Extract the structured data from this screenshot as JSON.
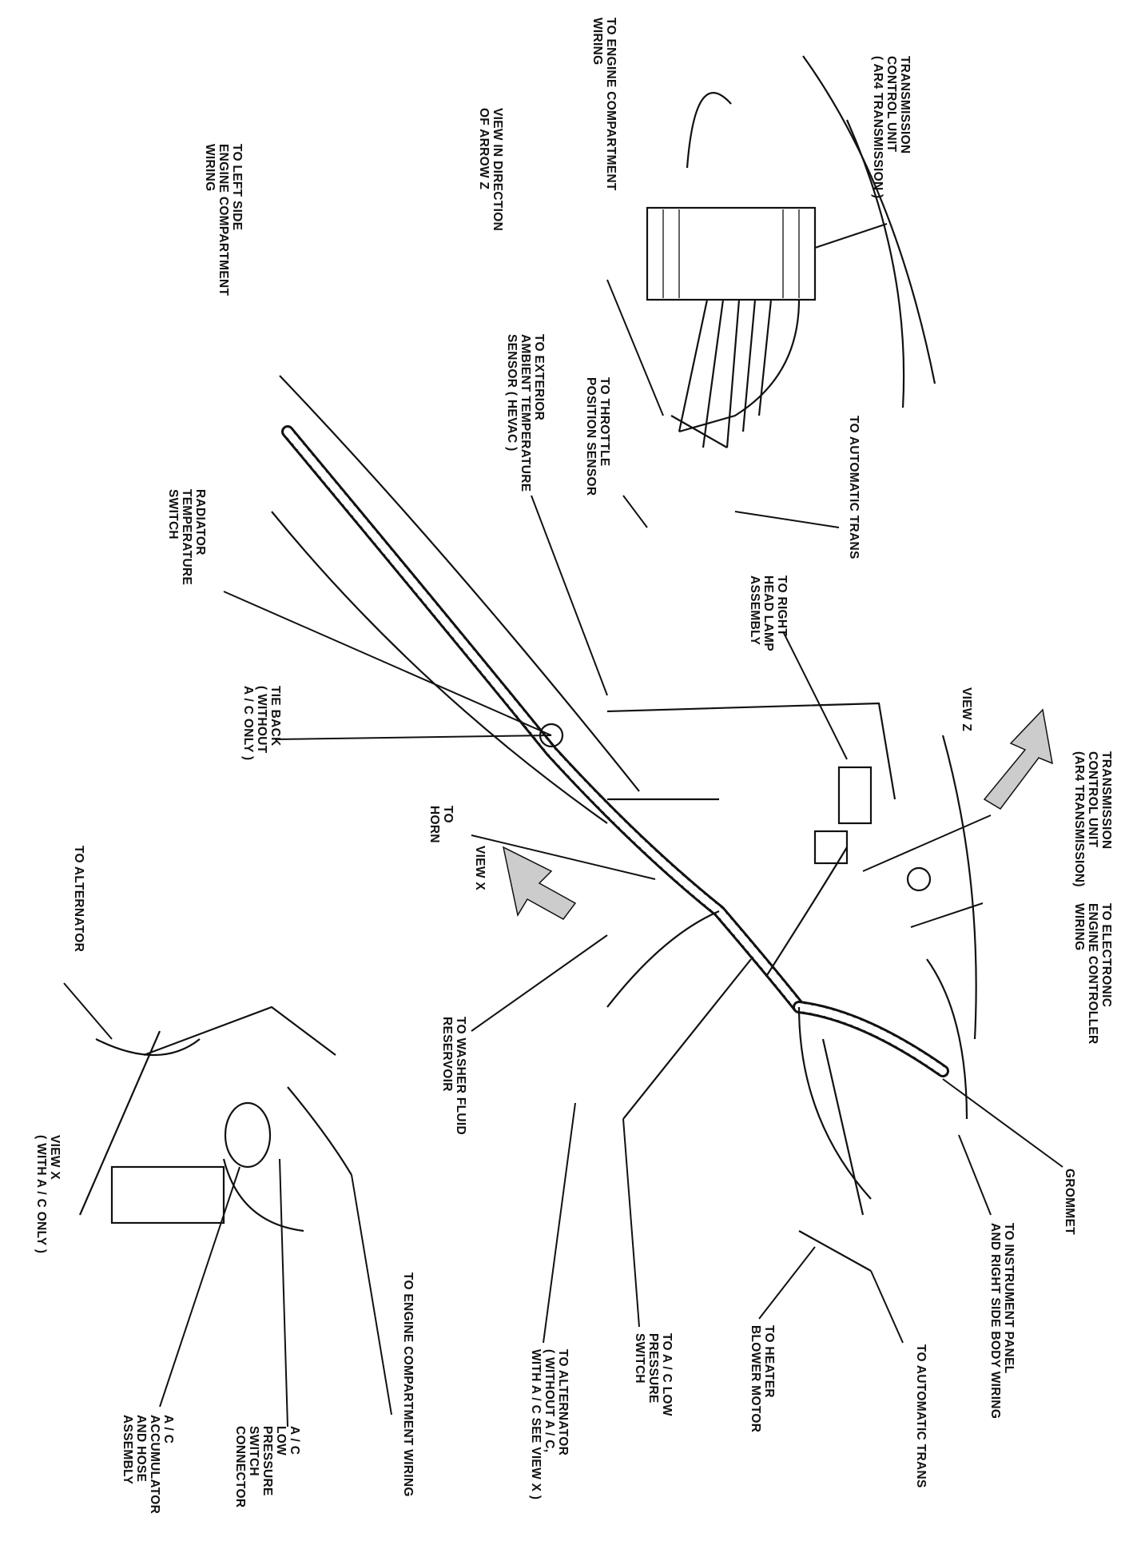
{
  "labels": {
    "transmission_control_unit_top": [
      "TRANSMISSION",
      "CONTROL UNIT",
      "( AR4 TRANSMISSION )"
    ],
    "to_engine_compartment_wiring_top": [
      "TO ENGINE COMPARTMENT",
      "WIRING"
    ],
    "view_in_direction_of_arrow_z": [
      "VIEW IN DIRECTION",
      "OF ARROW Z"
    ],
    "to_left_side_engine_compartment_wiring": [
      "TO LEFT SIDE",
      "ENGINE COMPARTMENT",
      "WIRING"
    ],
    "to_automatic_trans_top": [
      "TO AUTOMATIC TRANS"
    ],
    "to_throttle_position_sensor": [
      "TO THROTTLE",
      "POSITION SENSOR"
    ],
    "to_exterior_ambient_temperature_sensor": [
      "TO EXTERIOR",
      "AMBIENT TEMPERATURE",
      "SENSOR ( HEVAC )"
    ],
    "radiator_temperature_switch": [
      "RADIATOR",
      "TEMPERATURE",
      "SWITCH"
    ],
    "to_right_head_lamp_assembly": [
      "TO RIGHT",
      "HEAD LAMP",
      "ASSEMBLY"
    ],
    "view_z": [
      "VIEW Z"
    ],
    "transmission_control_unit_mid": [
      "TRANSMISSION",
      "CONTROL UNIT",
      "(AR4 TRANSMISSION)"
    ],
    "tie_back": [
      "TIE BACK",
      "( WITHOUT",
      "A / C ONLY )"
    ],
    "to_horn": [
      "TO",
      "HORN"
    ],
    "view_x_arrow": [
      "VIEW X"
    ],
    "to_electronic_engine_controller_wiring": [
      "TO ELECTRONIC",
      "ENGINE CONTROLLER",
      "WIRING"
    ],
    "to_alternator_left": [
      "TO ALTERNATOR"
    ],
    "to_washer_fluid_reservoir": [
      "TO WASHER FLUID",
      "RESERVOIR"
    ],
    "grommet": [
      "GROMMET"
    ],
    "to_instrument_panel": [
      "TO INSTRUMENT PANEL",
      "AND RIGHT SIDE BODY WIRING"
    ],
    "to_automatic_trans_bottom": [
      "TO AUTOMATIC TRANS"
    ],
    "to_heater_blower_motor": [
      "TO HEATER",
      "BLOWER MOTOR"
    ],
    "to_ac_low_pressure_switch": [
      "TO A / C LOW",
      "PRESSURE",
      "SWITCH"
    ],
    "to_alternator_bottom": [
      "TO ALTERNATOR",
      "( WITHOUT A / C,",
      "WITH A / C SEE VIEW X )"
    ],
    "view_x_caption": [
      "VIEW X",
      "( WITH A / C ONLY )"
    ],
    "to_engine_compartment_wiring_bottom": [
      "TO ENGINE COMPARTMENT WIRING"
    ],
    "ac_low_pressure_switch_connector": [
      "A / C",
      "LOW",
      "PRESSURE",
      "SWITCH",
      "CONNECTOR"
    ],
    "ac_accumulator_and_hose_assembly": [
      "A / C",
      "ACCUMULATOR",
      "AND HOSE",
      "ASSEMBLY"
    ]
  }
}
